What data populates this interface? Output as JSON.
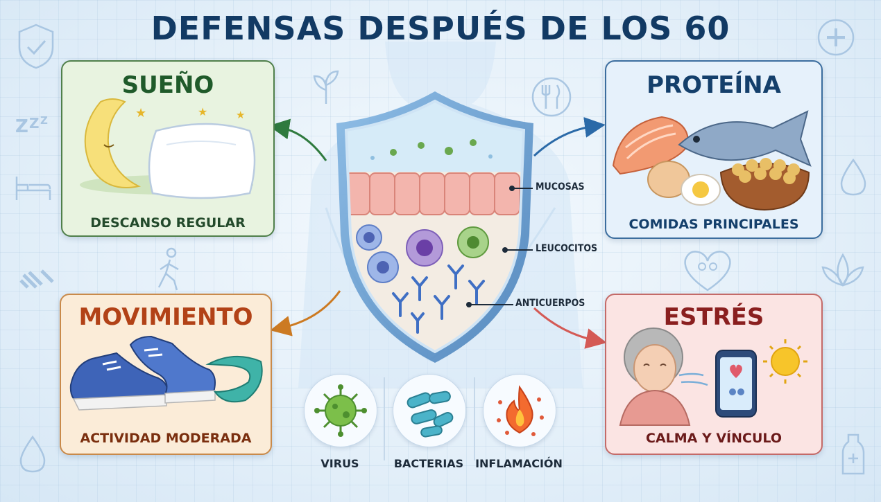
{
  "title": "DEFENSAS DESPUÉS DE LOS 60",
  "cards": {
    "sleep": {
      "title": "SUEÑO",
      "subtitle": "DESCANSO REGULAR"
    },
    "protein": {
      "title": "PROTEÍNA",
      "subtitle": "COMIDAS PRINCIPALES"
    },
    "move": {
      "title": "MOVIMIENTO",
      "subtitle": "ACTIVIDAD MODERADA"
    },
    "stress": {
      "title": "ESTRÉS",
      "subtitle": "CALMA Y VÍNCULO"
    }
  },
  "shield_layers": {
    "mucosas": "MUCOSAS",
    "leucocitos": "LEUCOCITOS",
    "anticuerpos": "ANTICUERPOS"
  },
  "threats": {
    "virus": "VIRUS",
    "bacterias": "BACTERIAS",
    "inflamacion": "INFLAMACIÓN"
  },
  "colors": {
    "title": "#123a64",
    "sleep": "#4f7f4a",
    "protein": "#3b6d9e",
    "move": "#c98a4a",
    "stress": "#c46a68"
  },
  "icons": [
    "shield-check-icon",
    "medical-cross-icon",
    "leaf-icon",
    "fork-knife-icon",
    "sleep-zzz-icon",
    "bed-icon",
    "dumbbell-icon",
    "walking-person-icon",
    "heart-family-icon",
    "lotus-icon",
    "water-drop-icon",
    "bottle-icon"
  ]
}
